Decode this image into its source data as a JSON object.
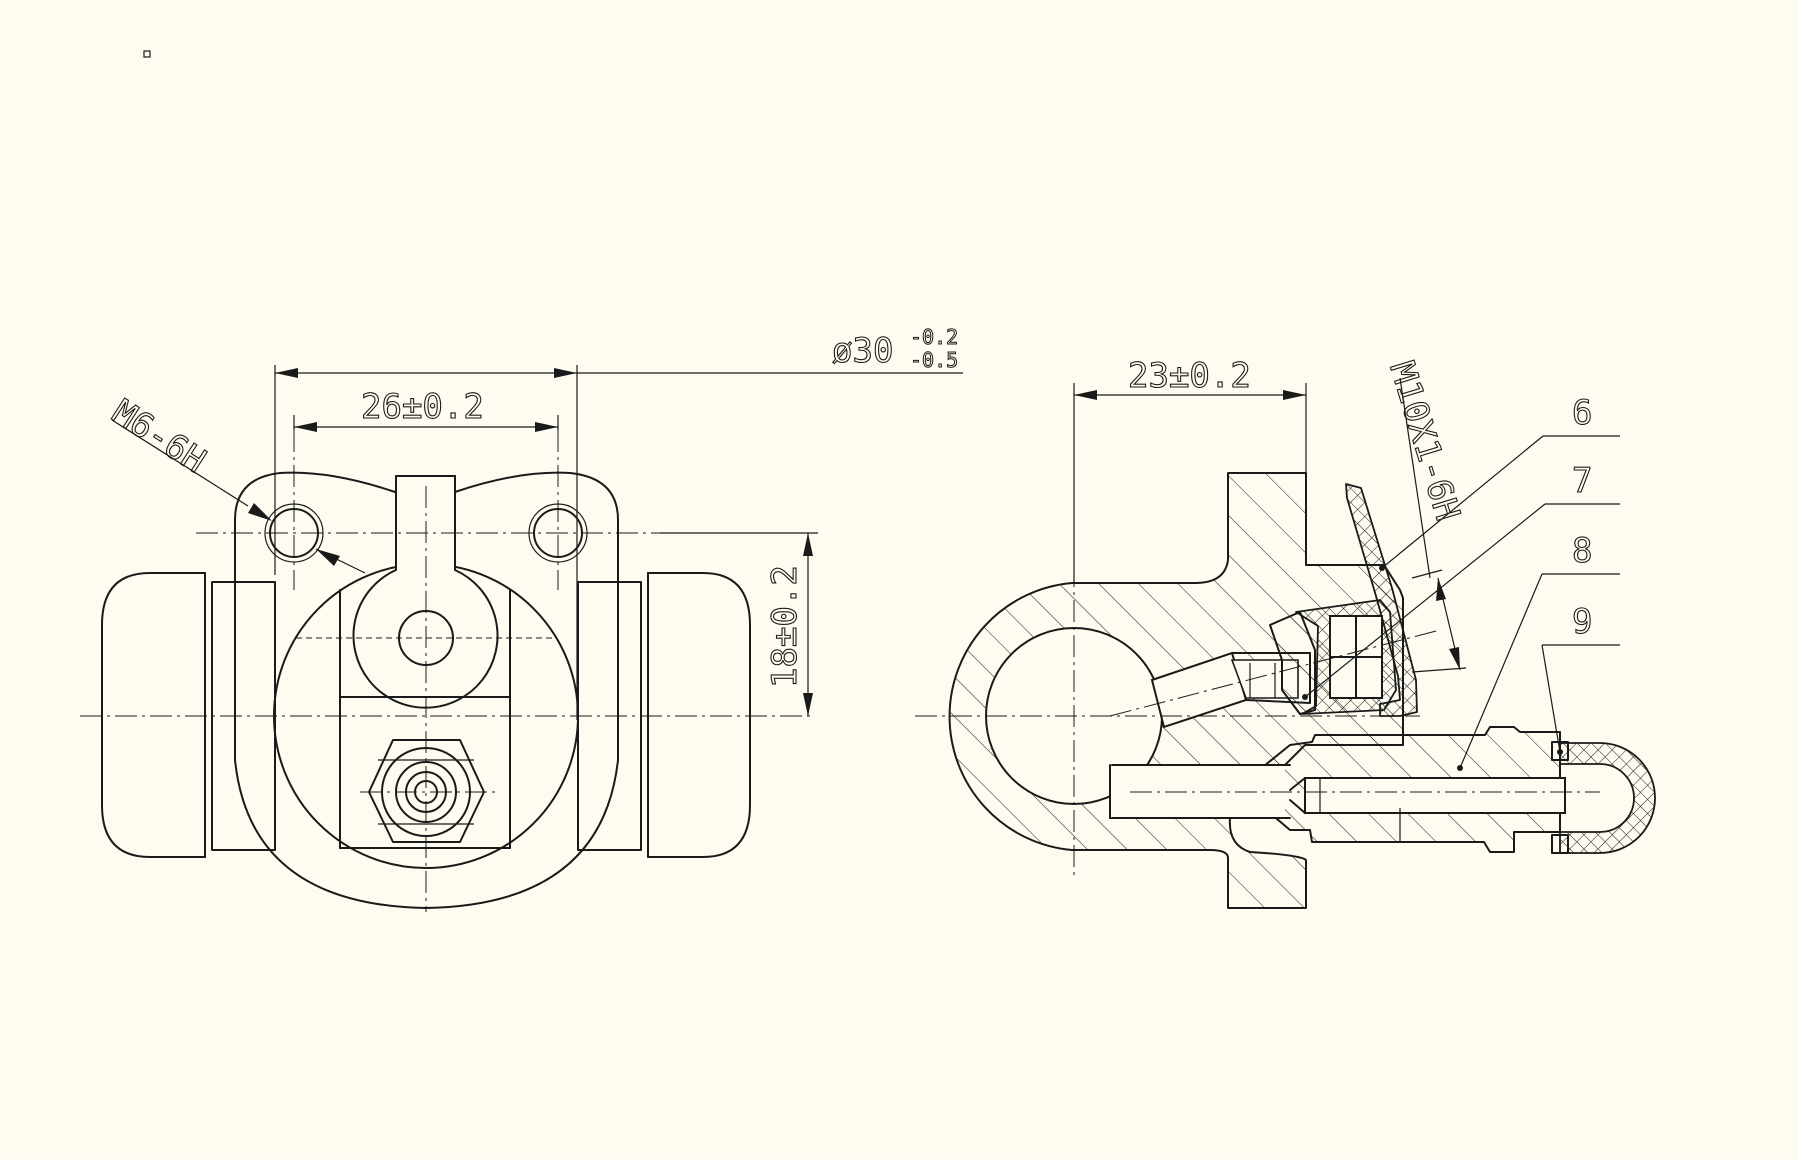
{
  "dimensions": {
    "hole_spacing": "26±0.2",
    "diameter_main": "ø30",
    "diameter_tol_upper": "-0.2",
    "diameter_tol_lower": "-0.5",
    "thread_left": "M6-6H",
    "height_offset": "18±0.2",
    "bore_depth": "23±0.2",
    "thread_right": "M10X1-6H"
  },
  "callouts": {
    "p6": "6",
    "p7": "7",
    "p8": "8",
    "p9": "9"
  },
  "colors": {
    "paper": "#fefcf0",
    "line": "#1a1a1a"
  }
}
